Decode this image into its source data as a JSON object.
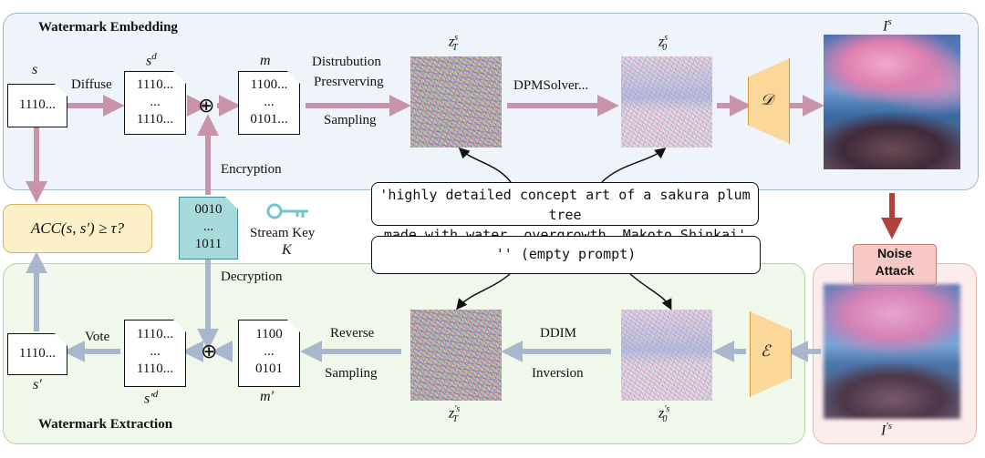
{
  "sections": {
    "embedding_title": "Watermark Embedding",
    "extraction_title": "Watermark Extraction",
    "noise_attack": [
      "Noise",
      "Attack"
    ]
  },
  "embedding": {
    "s": {
      "label": "s",
      "lines": [
        "1110..."
      ]
    },
    "diffuse_label": "Diffuse",
    "sd": {
      "label": "s",
      "sup": "d",
      "lines": [
        "1110...",
        "...",
        "1110..."
      ]
    },
    "xor_symbol": "⊕",
    "m": {
      "label": "m",
      "lines": [
        "1100...",
        "...",
        "0101..."
      ]
    },
    "dist_label": [
      "Distrubution",
      "Presrverving",
      "Sampling"
    ],
    "zT": {
      "base": "z",
      "sup": "s",
      "sub": "T"
    },
    "dpm_label": "DPMSolver...",
    "z0": {
      "base": "z",
      "sup": "s",
      "sub": "0"
    },
    "decoder": "𝒟",
    "image_label": {
      "base": "I",
      "sup": "s"
    }
  },
  "key": {
    "lines": [
      "0010",
      "...",
      "1011"
    ],
    "encryption": "Encryption",
    "decryption": "Decryption",
    "stream_key": "Stream Key",
    "stream_key_symbol": "K",
    "key_icon_color": "#6fc7cc"
  },
  "acc": {
    "text": "ACC(s, s′) ≥ τ?"
  },
  "prompts": {
    "main": [
      "'highly detailed concept art of a sakura plum tree",
      "made with water, overgrowth,  Makoto Shinkai'"
    ],
    "empty": "''  (empty prompt)"
  },
  "extraction": {
    "s_prime": {
      "label": "s′",
      "lines": [
        "1110..."
      ]
    },
    "vote_label": "Vote",
    "sd_prime": {
      "label": "s′",
      "sup": "d",
      "lines": [
        "1110...",
        "...",
        "1110..."
      ]
    },
    "xor_symbol": "⊕",
    "m_prime": {
      "label": "m′",
      "lines": [
        "1100",
        "...",
        "0101"
      ]
    },
    "reverse_label": [
      "Reverse",
      "Sampling"
    ],
    "zT": {
      "base": "z",
      "sup": "′s",
      "sub": "T"
    },
    "ddim_label": [
      "DDIM",
      "Inversion"
    ],
    "z0": {
      "base": "z",
      "sup": "′s",
      "sub": "0"
    },
    "encoder": "ℰ",
    "image_label": {
      "base": "I",
      "sup": "′s"
    }
  },
  "colors": {
    "embed_arrow": "#c993ac",
    "extract_arrow": "#a9b7cc",
    "attack_arrow": "#b0403a",
    "top_region": "#eef4fa",
    "bottom_region": "#f0f8eb",
    "noise_region": "#fdecec",
    "acc_box": "#fbf0c8",
    "key_box": "#a8dadb",
    "trapezoid": "#fbd79a"
  }
}
